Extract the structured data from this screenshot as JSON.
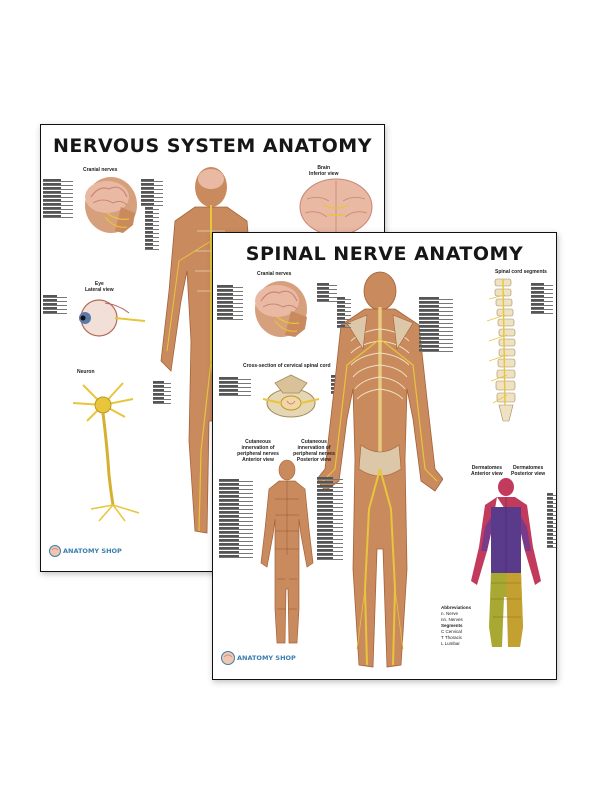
{
  "posters": {
    "back": {
      "title": "NERVOUS SYSTEM ANATOMY",
      "labels": {
        "cranial_nerves": "Cranial nerves",
        "brain": "Brain",
        "brain_inferior": "Inferior view",
        "eye": "Eye",
        "eye_view": "Lateral view",
        "neuron": "Neuron"
      },
      "brand": "ANATOMY SHOP"
    },
    "front": {
      "title": "SPINAL NERVE ANATOMY",
      "labels": {
        "cranial_nerves": "Cranial nerves",
        "spinal_cord_segments": "Spinal cord segments",
        "cross_section": "Cross-section of cervical spinal cord",
        "cutaneous_anterior": "Cutaneous innervation of peripheral nerves",
        "cutaneous_anterior_view": "Anterior view",
        "cutaneous_posterior": "Cutaneous innervation of peripheral nerves",
        "cutaneous_posterior_view": "Posterior view",
        "dermatomes_anterior": "Dermatomes",
        "dermatomes_anterior_view": "Anterior view",
        "dermatomes_posterior": "Dermatomes",
        "dermatomes_posterior_view": "Posterior view"
      },
      "legend": {
        "heading": "Abbreviations",
        "items": [
          "n. Nerve",
          "nn. Nerves"
        ],
        "heading2": "Segments",
        "items2": [
          "C Cervical",
          "T Thoracic",
          "L Lumbar"
        ]
      },
      "brand": "ANATOMY SHOP"
    }
  },
  "colors": {
    "skin": "#c98a5e",
    "skin_dark": "#a5623a",
    "nerve": "#e8c53a",
    "brain": "#e9b9a4",
    "dermatome_c": "#c23a5c",
    "dermatome_t": "#5a3a8a",
    "dermatome_l": "#a8a832",
    "brand": "#3a7fb0"
  }
}
